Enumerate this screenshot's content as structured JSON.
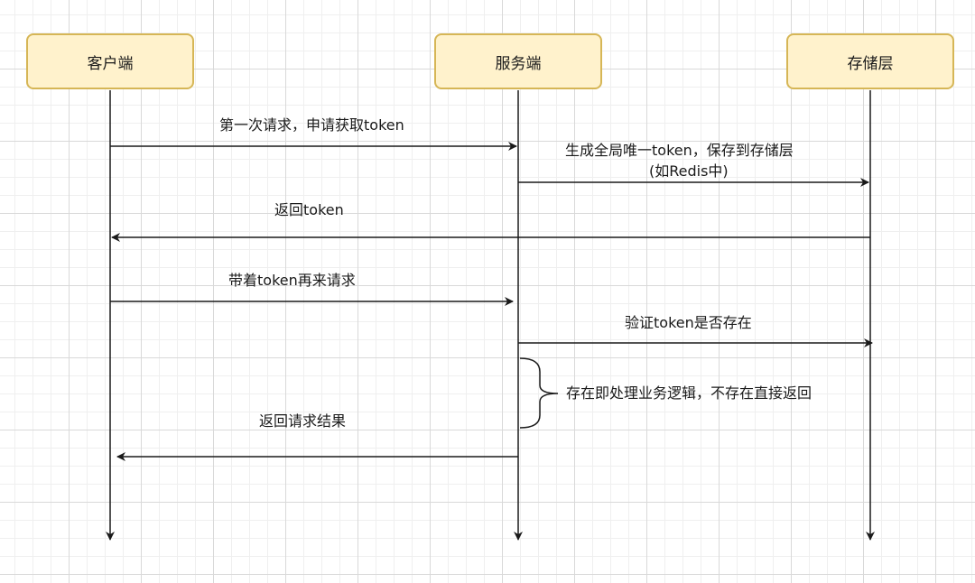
{
  "actors": {
    "client": "客户端",
    "server": "服务端",
    "storage": "存储层"
  },
  "messages": {
    "request_token": "第一次请求，申请获取token",
    "generate_token_line1": "生成全局唯一token，保存到存储层",
    "generate_token_line2": "(如Redis中)",
    "return_token": "返回token",
    "request_with_token": "带着token再来请求",
    "verify_token": "验证token是否存在",
    "process_logic": "存在即处理业务逻辑，不存在直接返回",
    "return_result": "返回请求结果"
  },
  "colors": {
    "actor_fill": "#fff2cc",
    "actor_border": "#d6b656",
    "line": "#1a1a1a"
  }
}
